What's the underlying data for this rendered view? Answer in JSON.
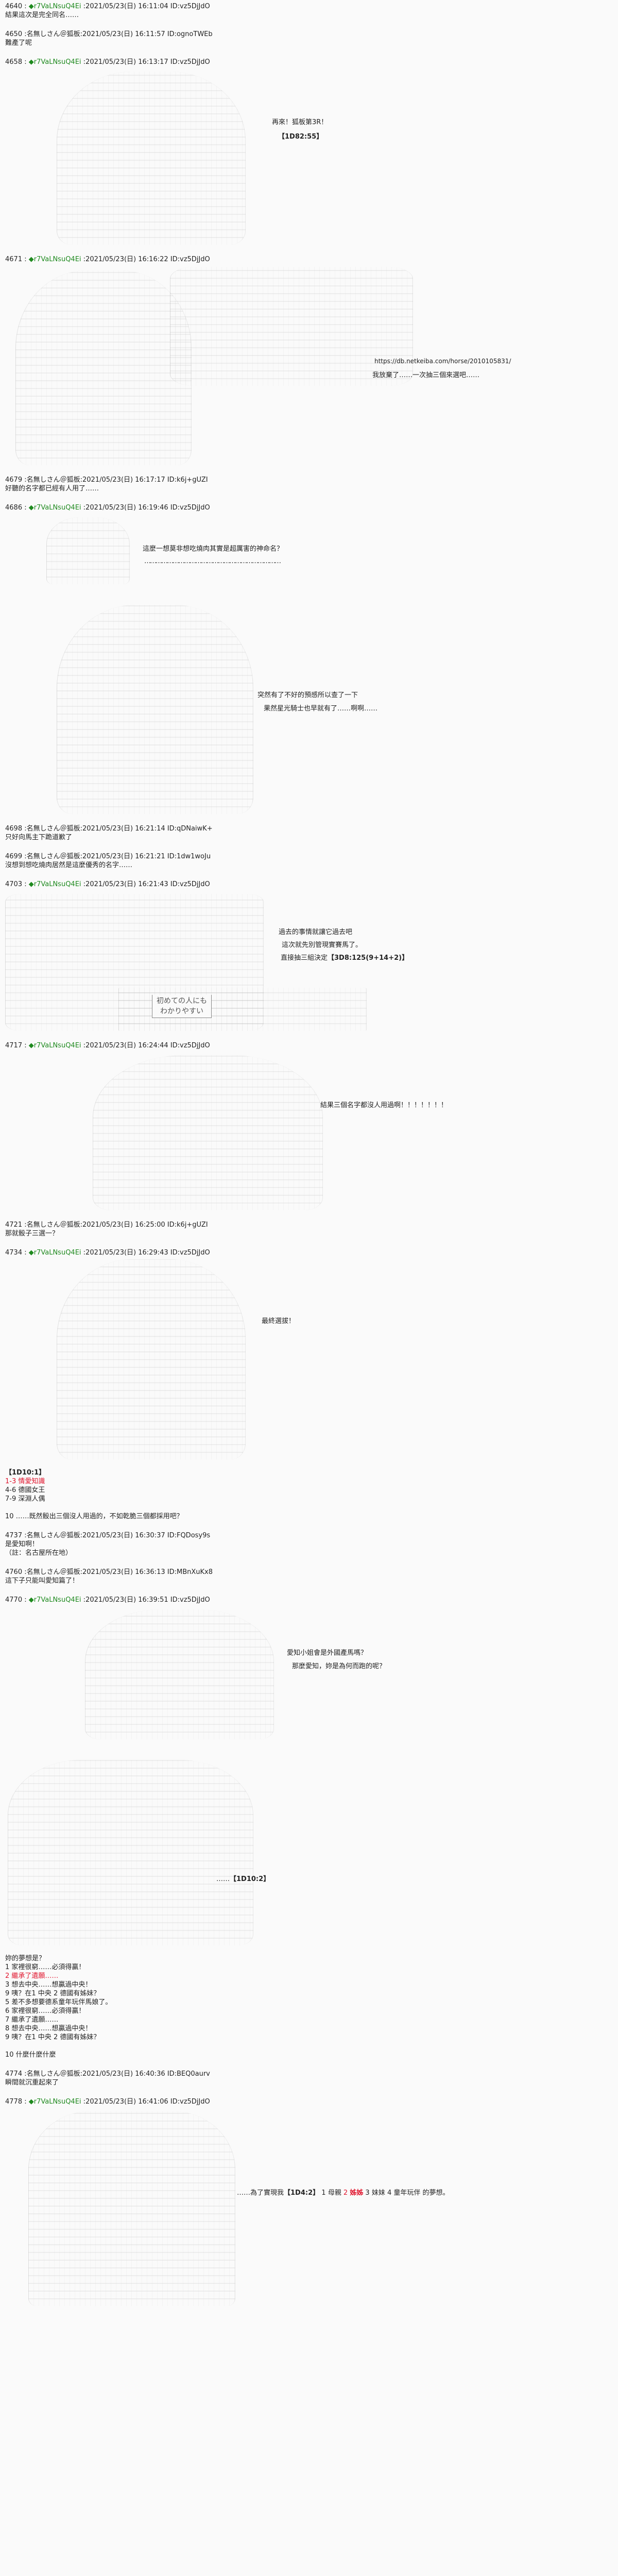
{
  "colors": {
    "background": "#fafafa",
    "trip": "#1f8a1f",
    "highlight": "#e0142c"
  },
  "posts": [
    {
      "no": "4640",
      "name": "r7VaLNsuQ4Ei",
      "trip": true,
      "date": "2021/05/23(日) 16:11:04",
      "id": "ID:vz5DjJdO",
      "body": [
        "結果這次是完全同名……"
      ]
    },
    {
      "no": "4650",
      "name": "名無しさん＠狐板",
      "trip": false,
      "date": "2021/05/23(日) 16:11:57",
      "id": "ID:ognoTWEb",
      "body": [
        "難產了呢"
      ]
    },
    {
      "no": "4658",
      "name": "r7VaLNsuQ4Ei",
      "trip": true,
      "date": "2021/05/23(日) 16:13:17",
      "id": "ID:vz5DjJdO",
      "dialogue": [
        "再來！狐板第3R！",
        "【1D82:55】"
      ]
    },
    {
      "no": "4671",
      "name": "r7VaLNsuQ4Ei",
      "trip": true,
      "date": "2021/05/23(日) 16:16:22",
      "id": "ID:vz5DjJdO",
      "dialogue": [
        "https://db.netkeiba.com/horse/2010105831/",
        "我放棄了……一次抽三個來選吧……"
      ]
    },
    {
      "no": "4679",
      "name": "名無しさん＠狐板",
      "trip": false,
      "date": "2021/05/23(日) 16:17:17",
      "id": "ID:k6j+gUZI",
      "body": [
        "好聽的名字都已經有人用了……"
      ]
    },
    {
      "no": "4686",
      "name": "r7VaLNsuQ4Ei",
      "trip": true,
      "date": "2021/05/23(日) 16:19:46",
      "id": "ID:vz5DjJdO",
      "dialogue": [
        "這麼一想莫非想吃燒肉其實是超厲害的神命名？",
        "………………………………………………………………",
        "突然有了不好的預感所以查了一下",
        "果然星光騎士也早就有了……啊啊……"
      ]
    },
    {
      "no": "4698",
      "name": "名無しさん＠狐板",
      "trip": false,
      "date": "2021/05/23(日) 16:21:14",
      "id": "ID:qDNaiwK+",
      "body": [
        "只好向馬主下跪道歉了"
      ]
    },
    {
      "no": "4699",
      "name": "名無しさん＠狐板",
      "trip": false,
      "date": "2021/05/23(日) 16:21:21",
      "id": "ID:1dw1woJu",
      "body": [
        "沒想到想吃燒肉居然是這麼優秀的名字……"
      ]
    },
    {
      "no": "4703",
      "name": "r7VaLNsuQ4Ei",
      "trip": true,
      "date": "2021/05/23(日) 16:21:43",
      "id": "ID:vz5DjJdO",
      "dialogue": [
        "過去的事情就讓它過去吧",
        "這次就先別管現實賽馬了。",
        "直接抽三組決定",
        "【3D8:125(9+14+2)】"
      ],
      "sign": [
        "初めての人にも",
        "わかりやすい"
      ]
    },
    {
      "no": "4717",
      "name": "r7VaLNsuQ4Ei",
      "trip": true,
      "date": "2021/05/23(日) 16:24:44",
      "id": "ID:vz5DjJdO",
      "dialogue": [
        "結果三個名字都沒人用過啊！！！！！！！"
      ]
    },
    {
      "no": "4721",
      "name": "名無しさん＠狐板",
      "trip": false,
      "date": "2021/05/23(日) 16:25:00",
      "id": "ID:k6j+gUZI",
      "body": [
        "那就骰子三選一？"
      ]
    },
    {
      "no": "4734",
      "name": "r7VaLNsuQ4Ei",
      "trip": true,
      "date": "2021/05/23(日) 16:29:43",
      "id": "ID:vz5DjJdO",
      "dialogue": [
        "最終選拔！"
      ],
      "roll": "【1D10:1】",
      "options": [
        "1-3  情愛知識",
        "4-6  德國女王",
        "7-9  深淵人偶"
      ],
      "note": "10  ……既然骰出三個沒人用過的，不如乾脆三個都採用吧？"
    },
    {
      "no": "4737",
      "name": "名無しさん＠狐板",
      "trip": false,
      "date": "2021/05/23(日) 16:30:37",
      "id": "ID:FQDosy9s",
      "body": [
        "是愛知啊！",
        "（註：名古屋所在地）"
      ]
    },
    {
      "no": "4760",
      "name": "名無しさん＠狐板",
      "trip": false,
      "date": "2021/05/23(日) 16:36:13",
      "id": "ID:MBnXuKx8",
      "body": [
        "這下子只能叫愛知篇了！"
      ]
    },
    {
      "no": "4770",
      "name": "r7VaLNsuQ4Ei",
      "trip": true,
      "date": "2021/05/23(日) 16:39:51",
      "id": "ID:vz5DjJdO",
      "dialogue": [
        "愛知小姐會是外國產馬嗎？",
        "那麼愛知，妳是為何而跑的呢？",
        "……",
        "【1D10:2】"
      ],
      "question": "妳的夢想是？",
      "options": [
        "1  家裡很窮……必須得贏！",
        "2  繼承了遺願……",
        "3  想去中央……想贏過中央！",
        "9  咦？在1 中央 2 德國有姊妹？",
        "5  差不多想要德系童年玩伴馬娘了。",
        "6  家裡很窮……必須得贏！",
        "7  繼承了遺願……",
        "8  想去中央……想贏過中央！",
        "9  咦？在1 中央 2 德國有姊妹？"
      ],
      "note": "10  什麼什麼什麼"
    },
    {
      "no": "4774",
      "name": "名無しさん＠狐板",
      "trip": false,
      "date": "2021/05/23(日) 16:40:36",
      "id": "ID:BEQ0aurv",
      "body": [
        "瞬間就沉重起來了"
      ]
    },
    {
      "no": "4778",
      "name": "r7VaLNsuQ4Ei",
      "trip": true,
      "date": "2021/05/23(日) 16:41:06",
      "id": "ID:vz5DjJdO",
      "dialogue_parts": [
        "……為了實現我",
        "【1D4:2】",
        "1  母親",
        "2",
        "姊姊",
        "3  妹妹  4  童年玩伴",
        "的夢想。"
      ]
    }
  ]
}
